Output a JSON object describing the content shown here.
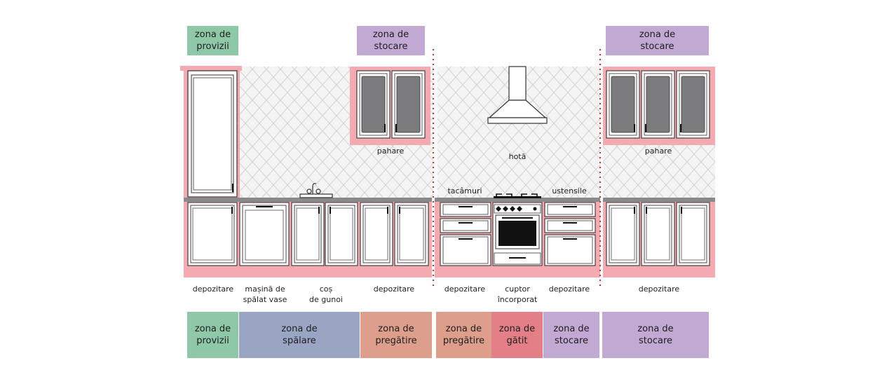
{
  "colors": {
    "provizii": "#8fc8a9",
    "spalare": "#9aa5c4",
    "pregatire": "#dd9e8b",
    "gatit": "#e47f88",
    "stocare": "#c2a9d3",
    "pink_frame": "#f3aab1",
    "divider": "#d62b2b"
  },
  "top_zones": [
    {
      "label": "zona de\nprovizii",
      "zone": "provizii"
    },
    {
      "label": "zona de\nstocare",
      "zone": "stocare"
    },
    {
      "label": "zona de\nstocare",
      "zone": "stocare"
    }
  ],
  "upper_labels": {
    "pahare_1": "pahare",
    "hota": "hotă",
    "pahare_2": "pahare",
    "tacamuri": "tacâmuri",
    "ustensile": "ustensile"
  },
  "captions": [
    "depozitare",
    "mașină de\nspălat vase",
    "coș\nde gunoi",
    "depozitare",
    "depozitare",
    "cuptor\nîncorporat",
    "depozitare",
    "depozitare"
  ],
  "bottom_zones": [
    {
      "label": "zona de\nprovizii",
      "zone": "provizii"
    },
    {
      "label": "zona de\nspălare",
      "zone": "spalare"
    },
    {
      "label": "zona de\npregătire",
      "zone": "pregatire"
    },
    {
      "label": "zona de\npregătire",
      "zone": "pregatire"
    },
    {
      "label": "zona de\ngătit",
      "zone": "gatit"
    },
    {
      "label": "zona de\nstocare",
      "zone": "stocare"
    },
    {
      "label": "zona de\nstocare",
      "zone": "stocare"
    }
  ]
}
